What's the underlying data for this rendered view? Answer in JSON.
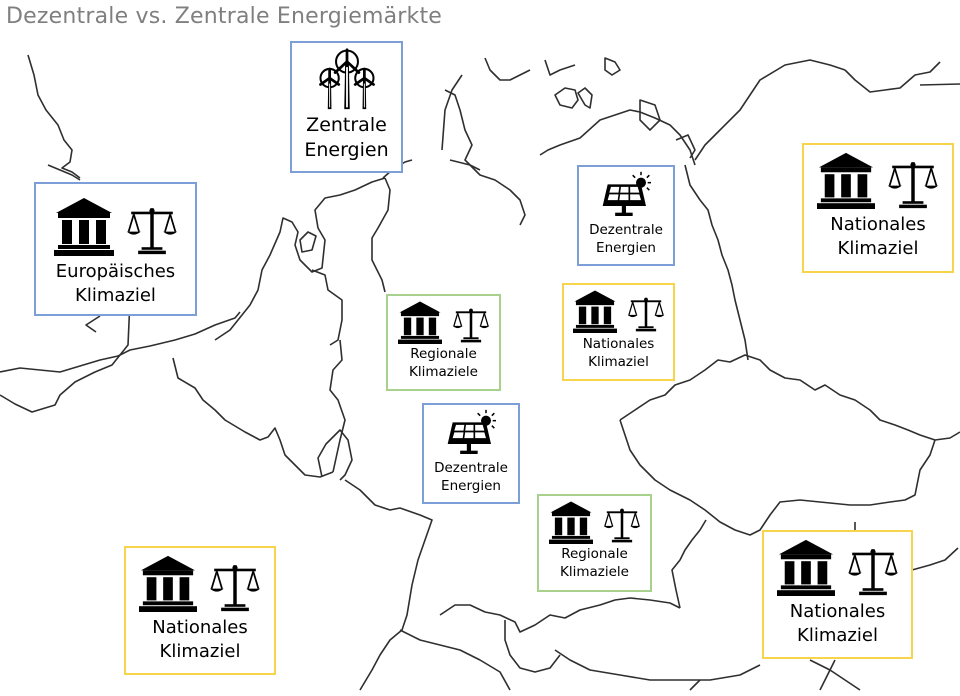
{
  "title": "Dezentrale vs. Zentrale Energiemärkte",
  "colors": {
    "title": "#7f7f7f",
    "energy_border": "#7c9fd8",
    "national_border": "#f7d44c",
    "regional_border": "#a9d18e",
    "map_lines": "#333333"
  },
  "boxes": [
    {
      "id": "zentrale-energien",
      "type": "energy",
      "icon": "wind-turbine-icon",
      "line1": "Zentrale",
      "line2": "Energien"
    },
    {
      "id": "europaeisches-klimaziel",
      "type": "european",
      "icons": [
        "government-building-icon",
        "scales-icon"
      ],
      "line1": "Europäisches",
      "line2": "Klimaziel"
    },
    {
      "id": "dezentrale-energien-north",
      "type": "energy",
      "icon": "solar-panel-icon",
      "line1": "Dezentrale",
      "line2": "Energien"
    },
    {
      "id": "nationales-klimaziel-east",
      "type": "national",
      "icons": [
        "government-building-icon",
        "scales-icon"
      ],
      "line1": "Nationales",
      "line2": "Klimaziel"
    },
    {
      "id": "regionale-klimaziele-west",
      "type": "regional",
      "icons": [
        "government-building-icon",
        "scales-icon"
      ],
      "line1": "Regionale",
      "line2": "Klimaziele"
    },
    {
      "id": "nationales-klimaziel-germany",
      "type": "national",
      "icons": [
        "government-building-icon",
        "scales-icon"
      ],
      "line1": "Nationales",
      "line2": "Klimaziel"
    },
    {
      "id": "dezentrale-energien-south",
      "type": "energy",
      "icon": "solar-panel-icon",
      "line1": "Dezentrale",
      "line2": "Energien"
    },
    {
      "id": "regionale-klimaziele-south",
      "type": "regional",
      "icons": [
        "government-building-icon",
        "scales-icon"
      ],
      "line1": "Regionale",
      "line2": "Klimaziele"
    },
    {
      "id": "nationales-klimaziel-southeast",
      "type": "national",
      "icons": [
        "government-building-icon",
        "scales-icon"
      ],
      "line1": "Nationales",
      "line2": "Klimaziel"
    },
    {
      "id": "nationales-klimaziel-france",
      "type": "national",
      "icons": [
        "government-building-icon",
        "scales-icon"
      ],
      "line1": "Nationales",
      "line2": "Klimaziel"
    }
  ]
}
